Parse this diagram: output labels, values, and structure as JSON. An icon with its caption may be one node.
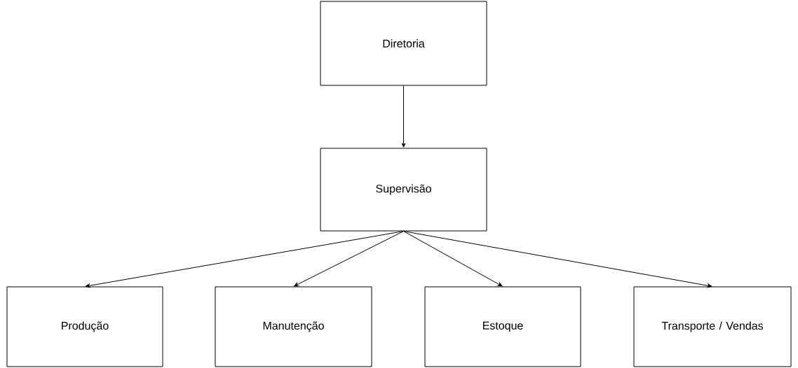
{
  "diagram": {
    "nodes": [
      {
        "text": [
          "Diretoria"
        ]
      },
      {
        "text": [
          "Supervisão"
        ]
      },
      {
        "text": [
          "Produção"
        ]
      },
      {
        "text": [
          "Manutenção"
        ]
      },
      {
        "text": [
          "Estoque"
        ]
      },
      {
        "text": [
          "Transporte / Vendas"
        ]
      }
    ],
    "edges": [
      {
        "from": 0,
        "to": 1,
        "arrow": "to"
      },
      {
        "from": 1,
        "to": 2,
        "arrow": "to"
      },
      {
        "from": 1,
        "to": 3,
        "arrow": "to"
      },
      {
        "from": 1,
        "to": 4,
        "arrow": "to"
      },
      {
        "from": 1,
        "to": 5,
        "arrow": "to"
      }
    ]
  }
}
